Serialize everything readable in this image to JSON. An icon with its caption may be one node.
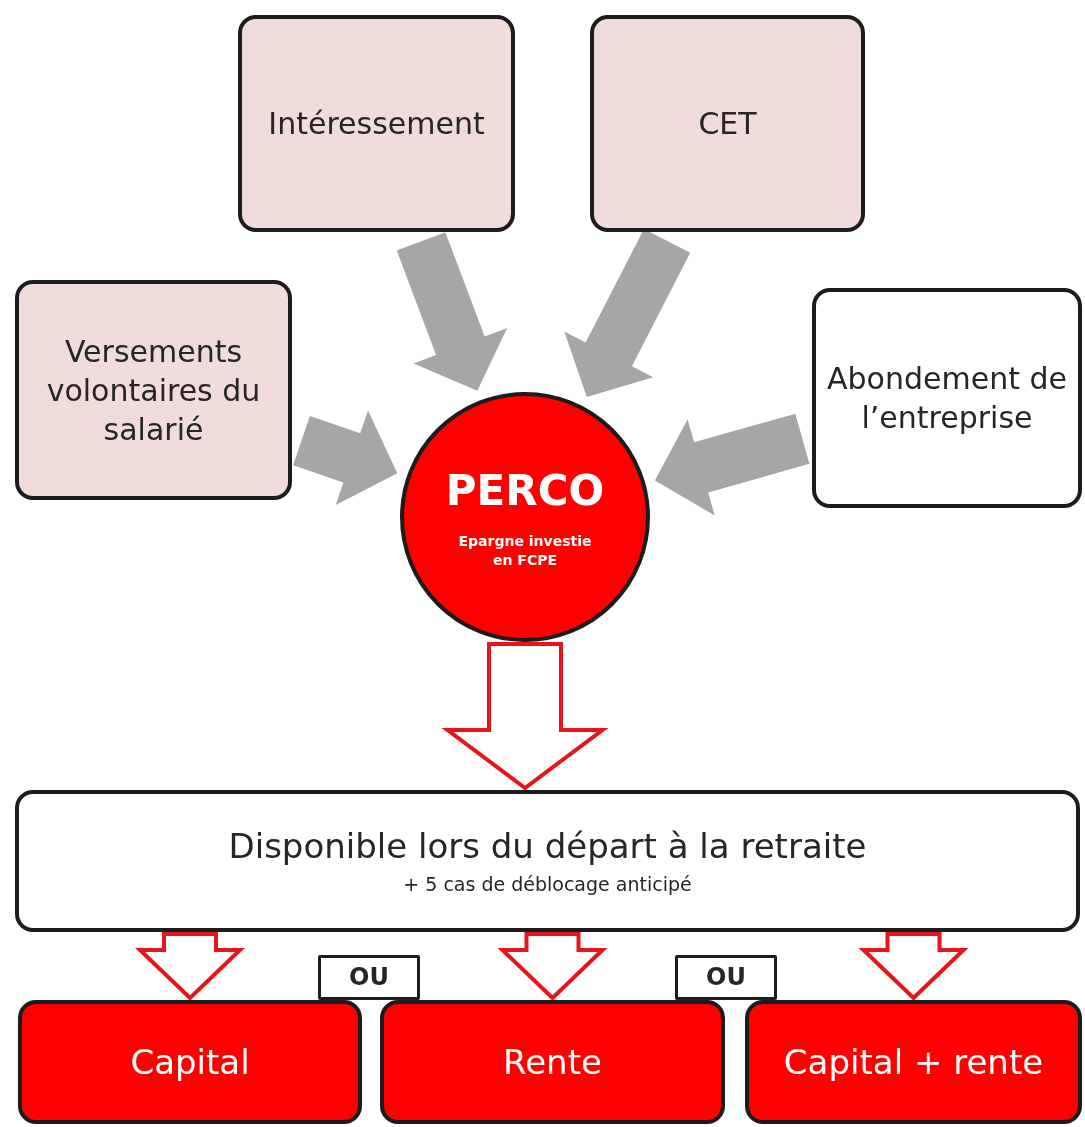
{
  "diagram": {
    "nodes": [
      {
        "text": [
          "Intéressement"
        ]
      },
      {
        "text": [
          "CET"
        ]
      },
      {
        "text": [
          "Versements volontaires du salarié"
        ]
      },
      {
        "text": [
          "Abondement de l’entreprise"
        ]
      },
      {
        "text": [
          "PERCO",
          "Epargne investie en FCPE"
        ]
      },
      {
        "text": [
          "Disponible lors du départ à la retraite",
          "+ 5 cas de déblocage anticipé"
        ]
      },
      {
        "text": [
          "OU"
        ]
      },
      {
        "text": [
          "OU"
        ]
      },
      {
        "text": [
          "Capital"
        ]
      },
      {
        "text": [
          "Rente"
        ]
      },
      {
        "text": [
          "Capital + rente"
        ]
      }
    ],
    "edges": [
      {
        "from": 0,
        "to": 4,
        "arrow": "to",
        "style": "thick",
        "color": "#a6a6a6"
      },
      {
        "from": 1,
        "to": 4,
        "arrow": "to",
        "style": "thick",
        "color": "#a6a6a6"
      },
      {
        "from": 2,
        "to": 4,
        "arrow": "to",
        "style": "thick",
        "color": "#a6a6a6"
      },
      {
        "from": 3,
        "to": 4,
        "arrow": "to",
        "style": "thick",
        "color": "#a6a6a6"
      },
      {
        "from": 4,
        "to": 5,
        "arrow": "to",
        "style": "thick",
        "color": "#e8141b"
      },
      {
        "from": 5,
        "to": 8,
        "arrow": "to",
        "style": "thick",
        "color": "#e8141b"
      },
      {
        "from": 5,
        "to": 9,
        "arrow": "to",
        "style": "thick",
        "color": "#e8141b"
      },
      {
        "from": 5,
        "to": 10,
        "arrow": "to",
        "style": "thick",
        "color": "#e8141b"
      }
    ]
  }
}
